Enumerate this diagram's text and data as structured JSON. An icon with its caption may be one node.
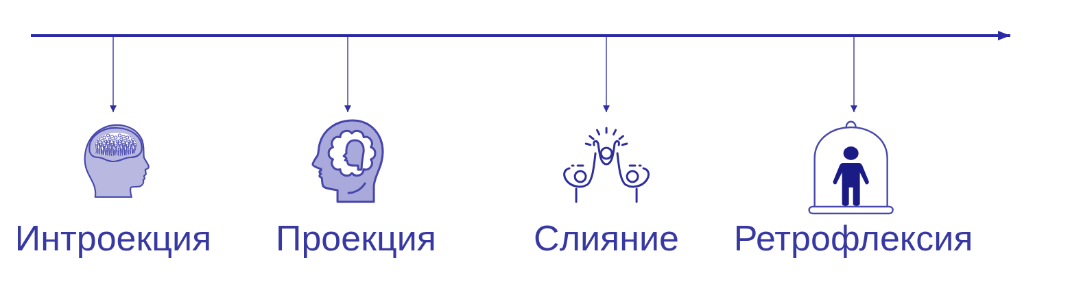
{
  "diagram": {
    "nodes": [
      {
        "text": [
          "Интроекция"
        ]
      },
      {
        "text": [
          "Проекция"
        ]
      },
      {
        "text": [
          "Слияние"
        ]
      },
      {
        "text": [
          "Ретрофлексия"
        ]
      }
    ],
    "edges": [
      {
        "from": null,
        "to": 0,
        "arrow": "to"
      },
      {
        "from": null,
        "to": 1,
        "arrow": "to"
      },
      {
        "from": null,
        "to": 2,
        "arrow": "to"
      },
      {
        "from": null,
        "to": 3,
        "arrow": "to"
      }
    ]
  }
}
